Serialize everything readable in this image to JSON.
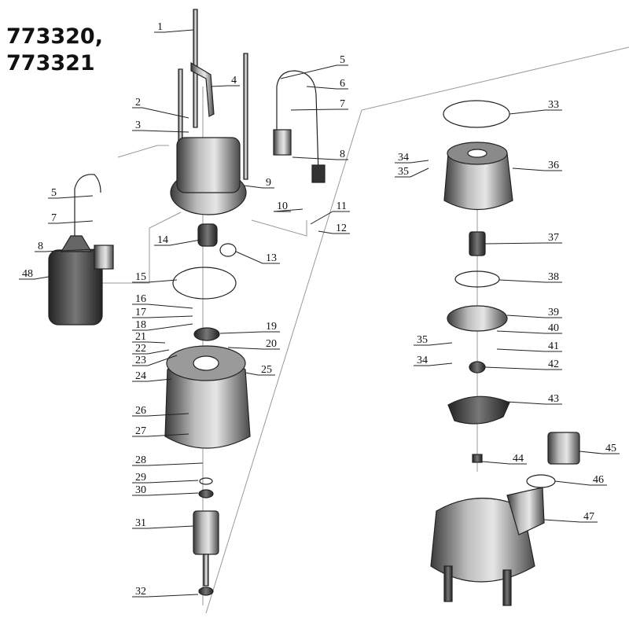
{
  "title_lines": [
    "773320,",
    "773321"
  ],
  "part_labels": [
    "1",
    "2",
    "3",
    "4",
    "5",
    "6",
    "7",
    "8",
    "9",
    "10",
    "11",
    "12",
    "13",
    "14",
    "15",
    "16",
    "17",
    "18",
    "19",
    "20",
    "21",
    "22",
    "23",
    "24",
    "25",
    "26",
    "27",
    "28",
    "29",
    "30",
    "31",
    "32",
    "33",
    "34",
    "35",
    "36",
    "37",
    "38",
    "39",
    "40",
    "41",
    "42",
    "43",
    "44",
    "45",
    "46",
    "47",
    "48",
    "5",
    "7",
    "8",
    "34",
    "35"
  ]
}
